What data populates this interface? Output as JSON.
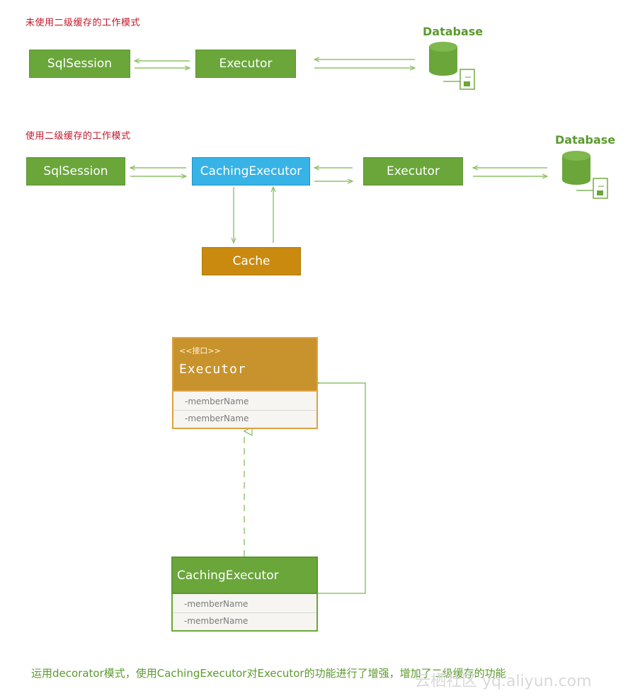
{
  "top_section": {
    "caption": "未使用二级缓存的工作模式",
    "sqlsession": "SqlSession",
    "executor": "Executor",
    "database": "Database"
  },
  "mid_section": {
    "caption": "使用二级缓存的工作模式",
    "sqlsession": "SqlSession",
    "caching_executor": "CachingExecutor",
    "executor": "Executor",
    "cache": "Cache",
    "database": "Database"
  },
  "uml": {
    "interface_stereotype": "<<接口>>",
    "interface_name": "Executor",
    "interface_attrs": [
      "-memberName",
      "-memberName"
    ],
    "class_name": "CachingExecutor",
    "class_attrs": [
      "-memberName",
      "-memberName"
    ]
  },
  "footer": {
    "note": "运用decorator模式，使用CachingExecutor对Executor的功能进行了增强，增加了二级缓存的功能",
    "watermark": "云栖社区 yq.aliyun.com"
  },
  "colors": {
    "green": "#6aa63a",
    "blue": "#37b3e6",
    "gold": "#c98a0f",
    "caption_red": "#c0182a",
    "arrow_green": "#8dc26a"
  }
}
